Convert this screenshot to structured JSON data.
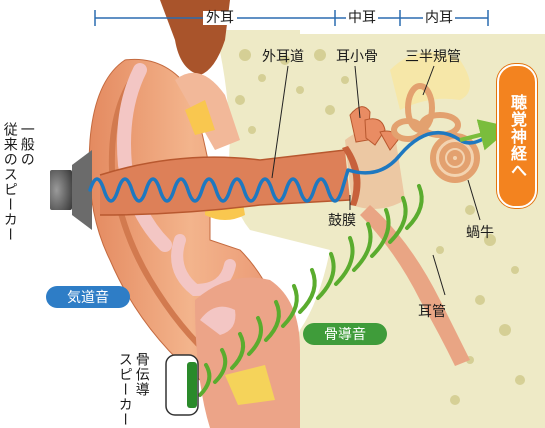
{
  "regions": {
    "outer": "外耳",
    "middle": "中耳",
    "inner": "内耳"
  },
  "labels": {
    "ear_canal": "外耳道",
    "ossicles": "耳小骨",
    "semicircular_canals": "三半規管",
    "eardrum": "鼓膜",
    "cochlea": "蝸牛",
    "eustachian_tube": "耳管",
    "nerve": "聴覚神経へ",
    "conventional_speaker_line1": "一般の",
    "conventional_speaker_line2": "従来のスピーカー",
    "bone_speaker_line1": "骨伝導",
    "bone_speaker_line2": "スピーカー"
  },
  "badges": {
    "air": "気道音",
    "bone": "骨導音"
  },
  "colors": {
    "air_wave": "#1e78c0",
    "bone_wave": "#5aac2e",
    "nerve": "#f3831f",
    "skin": "#f0a77e",
    "bone_tissue": "#eeeac6"
  }
}
